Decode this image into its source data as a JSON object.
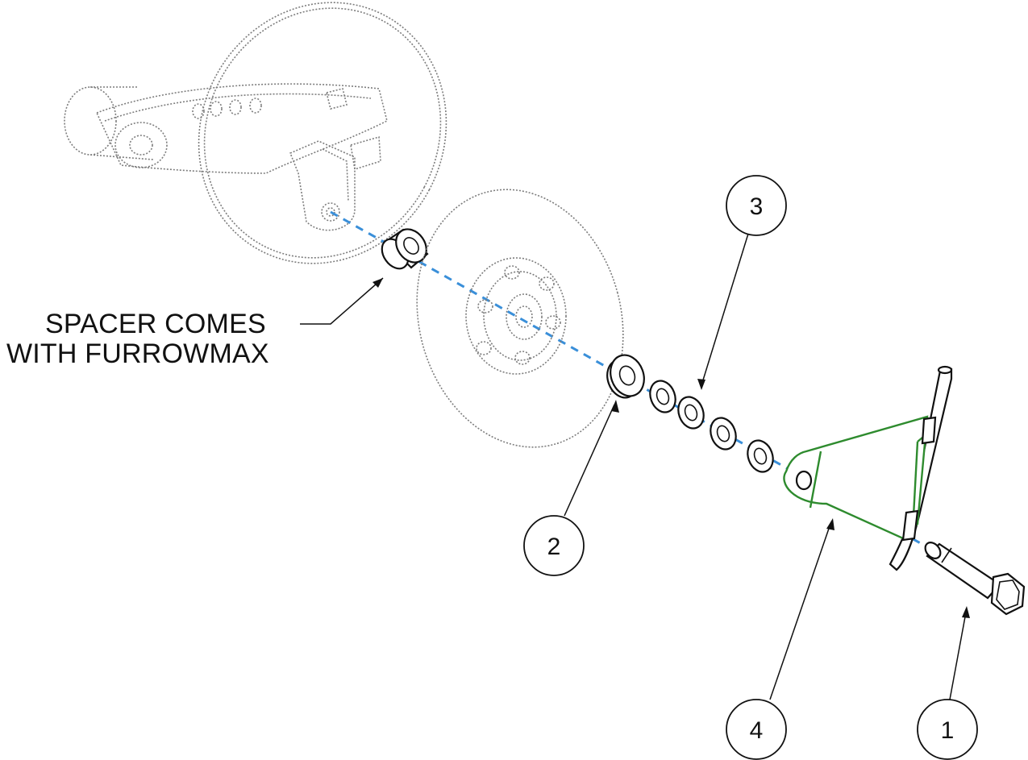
{
  "note": {
    "line1": "SPACER COMES",
    "line2": "WITH FURROWMAX"
  },
  "balloons": [
    {
      "id": "1",
      "label": "1"
    },
    {
      "id": "2",
      "label": "2"
    },
    {
      "id": "3",
      "label": "3"
    },
    {
      "id": "4",
      "label": "4"
    }
  ],
  "colors": {
    "axis": "#3a8fd9",
    "bracket": "#2e8b2e",
    "ghost": "#7d7d7d",
    "ink": "#111111"
  }
}
